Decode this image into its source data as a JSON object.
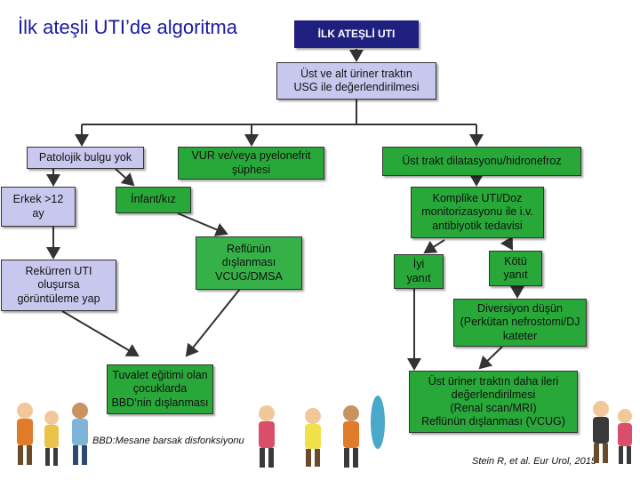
{
  "title": "İlk ateşli UTI’de algoritma",
  "header_box": "İLK ATEŞLİ UTI",
  "nodes": {
    "usg": "Üst ve alt üriner traktın\nUSG ile değerlendirilmesi",
    "patolojik": "Patolojik bulgu yok",
    "vur": "VUR ve/veya pyelonefrit\nşüphesi",
    "ust_trakt": "Üst trakt dilatasyonu/hidronefroz",
    "erkek": "Erkek >12\nay",
    "infant": "İnfant/kız",
    "komplike": "Komplike UTI/Doz\nmonitorizasyonu ile i.v.\nantibiyotik tedavisi",
    "reflu": "Reflünün\ndışlanması\nVCUG/DMSA",
    "rekurren": "Rekürren UTI\noluşursa\ngörüntüleme yap",
    "iyi": "İyi\nyanıt",
    "kotu": "Kötü\nyanıt",
    "diversiyon": "Diversiyon düşün\n(Perkütan nefrostomi/DJ\nkateter",
    "tuvalet": "Tuvalet eğitimi olan\nçocuklarda\nBBD’nin dışlanması",
    "ust_uriner": "Üst üriner  traktın daha ileri\ndeğerlendirilmesi\n(Renal scan/MRI)\nReflünün dışlanması (VCUG)"
  },
  "footnote": "BBD:Mesane barsak disfonksiyonu",
  "citation": "Stein R, et al. Eur Urol, 2015",
  "colors": {
    "navy": "#1f1f80",
    "lavender": "#c8c8ee",
    "green": "#29a83a",
    "title": "#1a1aa0"
  }
}
